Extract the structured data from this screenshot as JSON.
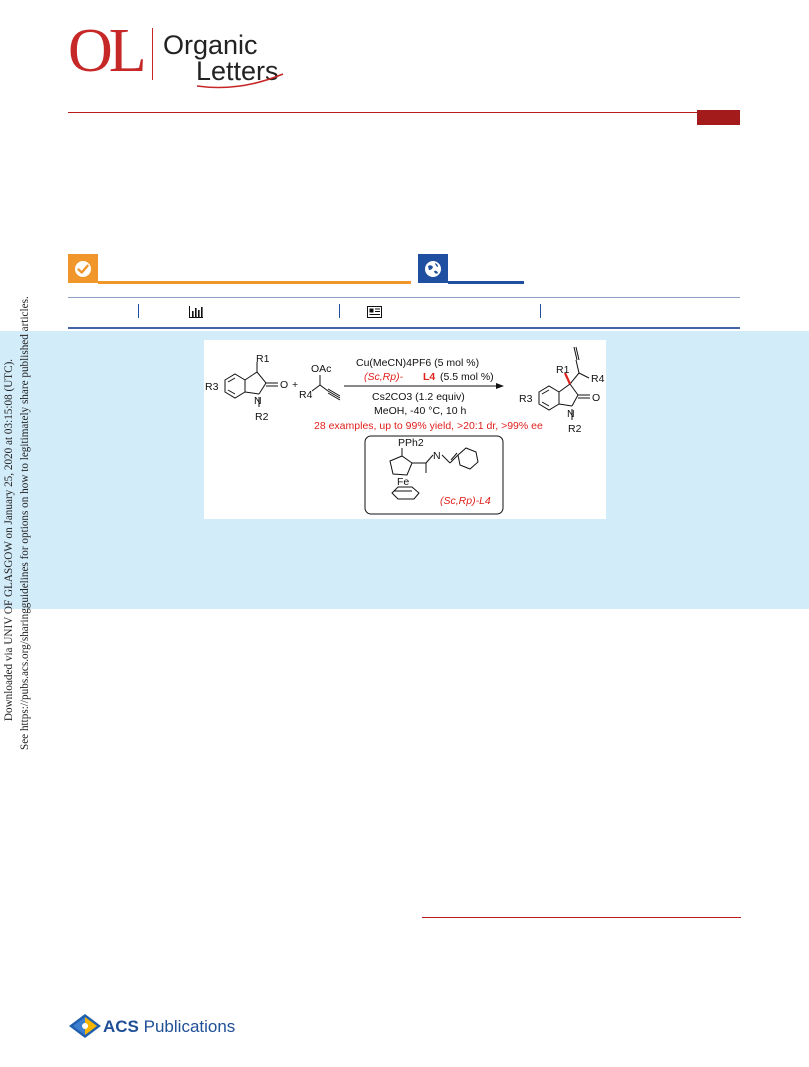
{
  "journal": {
    "abbrev": "OL",
    "name_line1": "Organic",
    "name_line2": "Letters"
  },
  "side_notice": {
    "line1": "Downloaded via UNIV OF GLASGOW on January 25, 2020 at 03:15:08 (UTC).",
    "line2": "See https://pubs.acs.org/sharingguidelines for options on how to legitimately share published articles."
  },
  "toc_graphic": {
    "reagent_catalyst": "Cu(MeCN)4PF6 (5 mol %)",
    "reagent_ligand_prefix": "(Sc,Rp)-",
    "reagent_ligand_name": "L4",
    "reagent_ligand_loading": "(5.5 mol %)",
    "reagent_base": "Cs2CO3 (1.2 equiv)",
    "conditions": "MeOH, -40 °C, 10 h",
    "highlight": "28 examples, up to 99% yield, >20:1 dr, >99% ee",
    "ligand_label": "(Sc,Rp)-L4",
    "atoms": {
      "oac": "OAc",
      "n": "N",
      "o": "O",
      "fe": "Fe",
      "pph2": "PPh2",
      "r1": "R1",
      "r2": "R2",
      "r3": "R3",
      "r4": "R4",
      "plus": "+"
    }
  },
  "footer": {
    "publisher_prefix": "ACS",
    "publisher_suffix": "Publications"
  },
  "colors": {
    "journal_red": "#c62828",
    "orange_badge": "#f0962b",
    "blue_badge": "#1e4fa0",
    "abstract_band": "#d3ecf9",
    "highlight_red": "#e0201b"
  },
  "icons": [
    "check-badge-icon",
    "globe-badge-icon",
    "bar-chart-icon",
    "newspaper-icon",
    "acs-diamond-logo"
  ]
}
